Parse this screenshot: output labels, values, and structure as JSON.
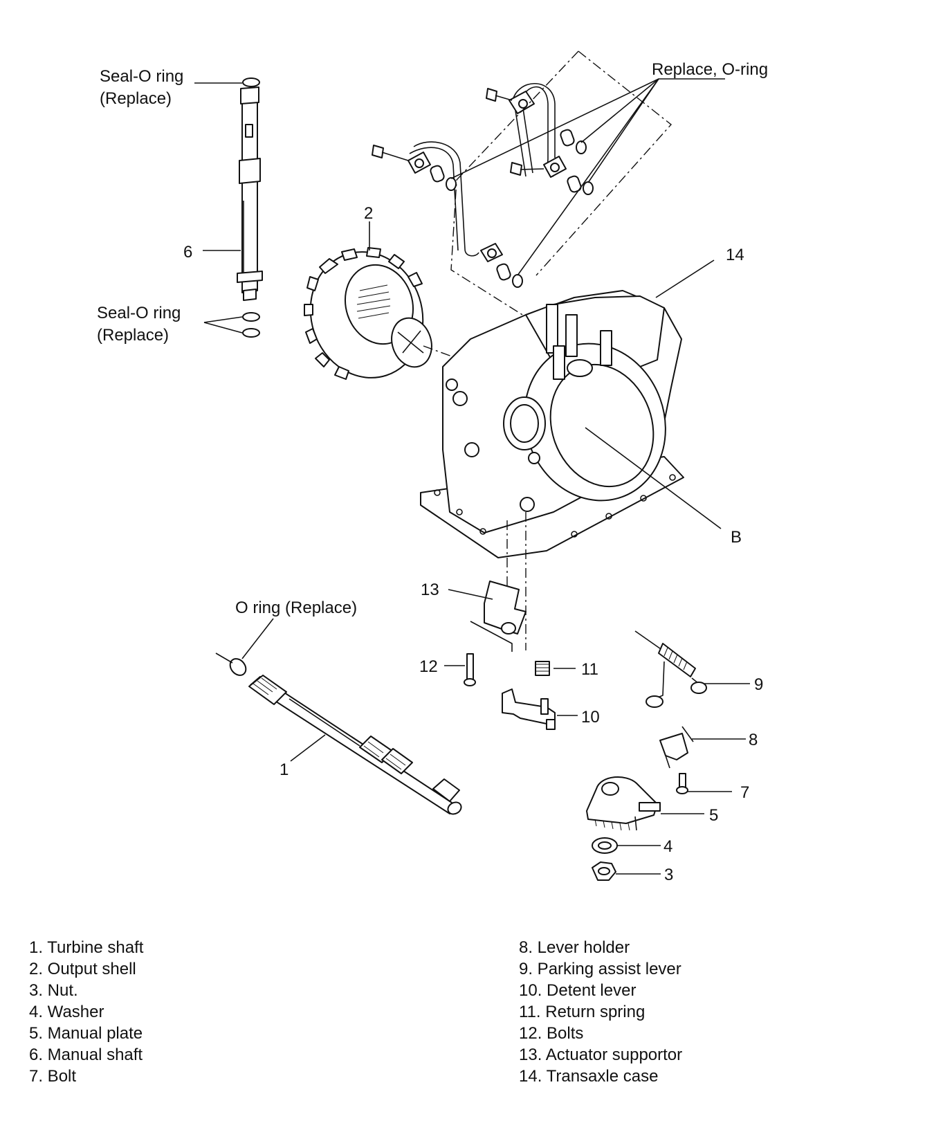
{
  "callouts": {
    "seal_o_ring_top": [
      "Seal-O ring",
      "(Replace)"
    ],
    "seal_o_ring_bottom": [
      "Seal-O ring",
      "(Replace)"
    ],
    "replace_o_ring": "Replace, O-ring",
    "o_ring_replace": "O ring (Replace)",
    "ref_b": "B"
  },
  "numbers": {
    "n1": "1",
    "n2": "2",
    "n3": "3",
    "n4": "4",
    "n5": "5",
    "n6": "6",
    "n7": "7",
    "n8": "8",
    "n9": "9",
    "n10": "10",
    "n11": "11",
    "n12": "12",
    "n13": "13",
    "n14": "14"
  },
  "legend": {
    "left": [
      "1. Turbine shaft",
      "2. Output shell",
      "3. Nut.",
      "4. Washer",
      "5. Manual plate",
      "6. Manual shaft",
      "7. Bolt"
    ],
    "right": [
      "8. Lever holder",
      "9. Parking assist lever",
      "10. Detent lever",
      "11. Return spring",
      "12. Bolts",
      "13. Actuator supportor",
      "14. Transaxle case"
    ]
  }
}
